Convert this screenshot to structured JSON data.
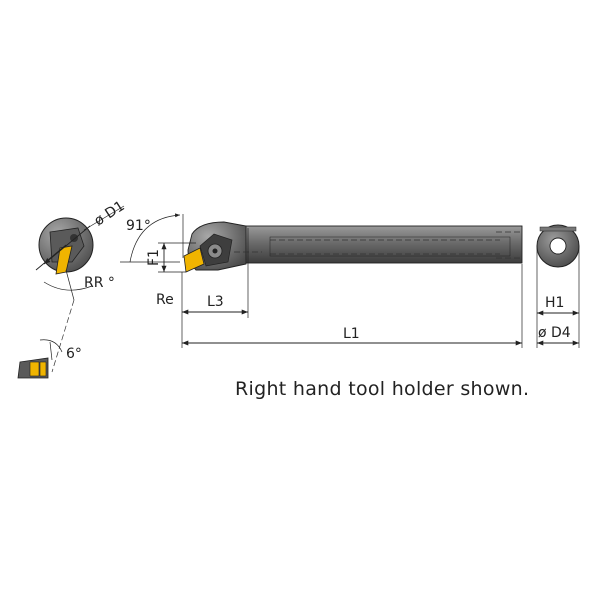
{
  "labels": {
    "d1": "ø D1",
    "angle91": "91°",
    "f1": "F1",
    "rr": "RR °",
    "re": "Re",
    "l3": "L3",
    "l1": "L1",
    "h1": "H1",
    "d4": "ø D4",
    "angle6": "6°"
  },
  "caption": "Right hand tool holder shown.",
  "colors": {
    "body": "#6e6e6e",
    "body_dark": "#3a3a3a",
    "insert": "#f0b400",
    "line": "#222222"
  }
}
